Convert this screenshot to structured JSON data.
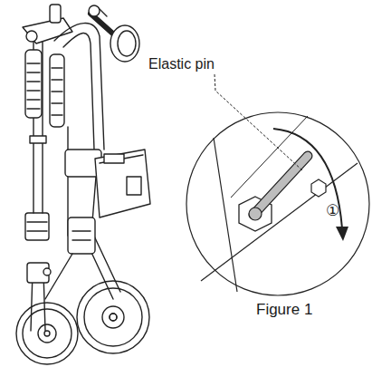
{
  "diagram": {
    "caption": "Figure 1",
    "labels": [
      "Elastic pin",
      "①"
    ]
  }
}
